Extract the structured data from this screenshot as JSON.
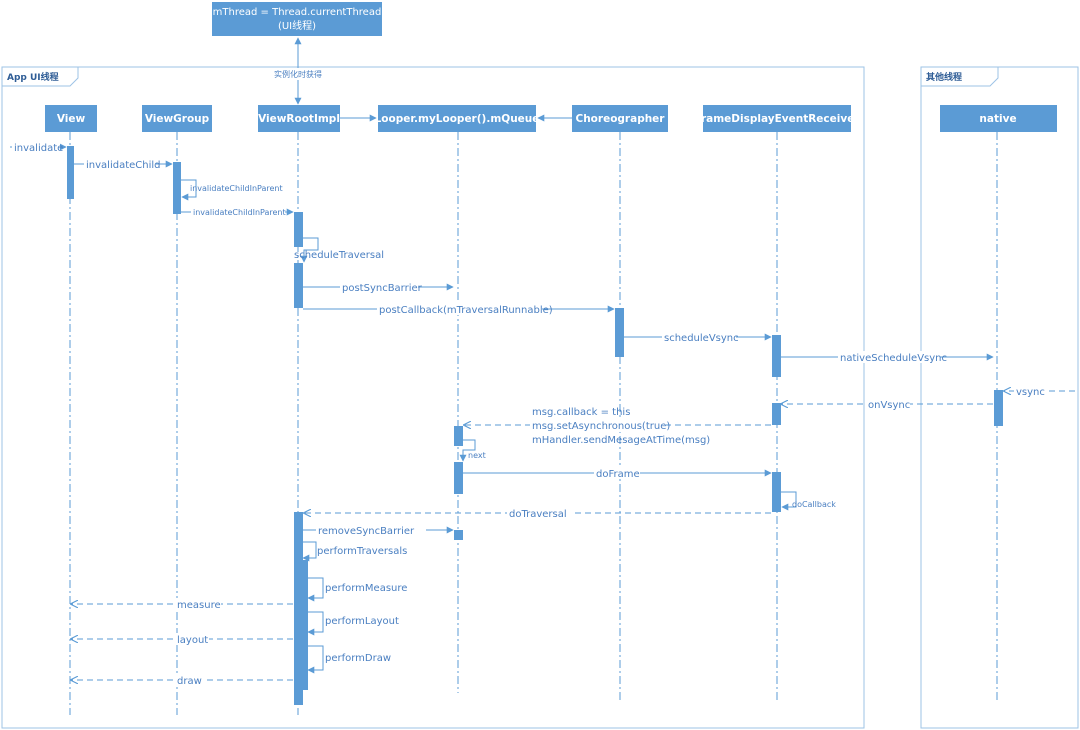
{
  "colors": {
    "header_fill": "#5b9bd5",
    "activation_fill": "#5b9bd5",
    "line": "#5b9bd5",
    "frame": "#9dc3e6",
    "label": "#4a7fc1"
  },
  "top_box": {
    "line1": "mThread = Thread.currentThread",
    "line2": "(UI线程)"
  },
  "instantiate_label": "实例化时获得",
  "frames": {
    "app": "App UI线程",
    "other": "其他线程"
  },
  "lifelines": {
    "view": "View",
    "viewgroup": "ViewGroup",
    "viewrootimpl": "ViewRootImpl",
    "looper": "Looper.myLooper().mQueue",
    "choreographer": "Choreographer",
    "receiver": "FrameDisplayEventReceiver",
    "native": "native"
  },
  "messages": {
    "invalidate": "invalidate",
    "invalidate_child": "invalidateChild",
    "invalidate_child_in_parent_1": "invalidateChildInParent",
    "invalidate_child_in_parent_2": "invalidateChildInParent",
    "schedule_traversal": "scheduleTraversal",
    "post_sync_barrier": "postSyncBarrier",
    "post_callback": "postCallback(mTraversalRunnable)",
    "schedule_vsync": "scheduleVsync",
    "native_schedule_vsync": "nativeScheduleVsync",
    "vsync": "vsync",
    "on_vsync": "onVsync",
    "msg_callback": "msg.callback = this",
    "msg_set_async": "msg.setAsynchronous(true)",
    "send_message": "mHandler.sendMesageAtTime(msg)",
    "next": "next",
    "do_frame": "doFrame",
    "do_callback": "doCallback",
    "do_traversal": "doTraversal",
    "remove_sync_barrier": "removeSyncBarrier",
    "perform_traversals": "performTraversals",
    "perform_measure": "performMeasure",
    "perform_layout": "performLayout",
    "perform_draw": "performDraw",
    "measure": "measure",
    "layout": "layout",
    "draw": "draw"
  }
}
